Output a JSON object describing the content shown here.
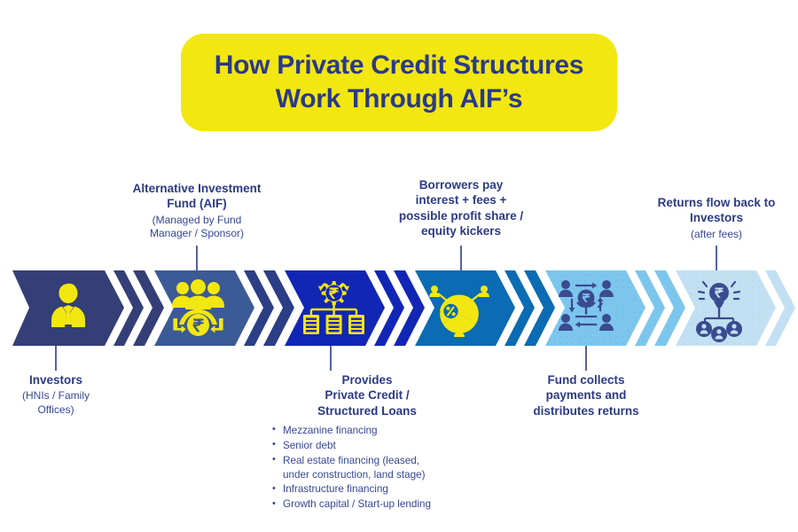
{
  "title": {
    "line1": "How Private Credit Structures",
    "line2": "Work Through AIF’s",
    "bg_color": "#F2E711",
    "text_color": "#2B3A87"
  },
  "colors": {
    "segment_1": "#343F77",
    "segment_2": "#3C5A96",
    "segment_3": "#1226B5",
    "segment_4": "#0B6BB3",
    "segment_5": "#7CC6EE",
    "segment_6": "#C2E0F2",
    "icon_yellow": "#F2E711",
    "icon_navy": "#3A4B8F",
    "label_navy": "#2B3A87",
    "connector": "#2B3A87"
  },
  "stages": [
    {
      "id": "investors",
      "label_position": "below",
      "main": "Investors",
      "sub": "(HNIs / Family\nOffices)",
      "icon": "businessperson-icon",
      "fill": "#343F77"
    },
    {
      "id": "alternative-investment-fund",
      "label_position": "above",
      "main": "Alternative Investment\nFund (AIF)",
      "sub": "(Managed by Fund\nManager / Sponsor)",
      "icon": "investor-group-rupee-icon",
      "fill": "#3C5A96"
    },
    {
      "id": "provides-private-credit",
      "label_position": "below",
      "main": "Provides\nPrivate Credit /\nStructured Loans",
      "sub": "",
      "bullets": [
        "Mezzanine financing",
        "Senior debt",
        "Real estate financing (leased, under construction, land stage)",
        "Infrastructure financing",
        "Growth capital / Start-up lending"
      ],
      "icon": "rupee-gear-distribution-icon",
      "fill": "#1226B5"
    },
    {
      "id": "borrowers-pay",
      "label_position": "above",
      "main": "Borrowers pay\ninterest + fees +\npossible profit share /\nequity kickers",
      "sub": "",
      "icon": "pie-percent-stakeholders-icon",
      "fill": "#0B6BB3"
    },
    {
      "id": "fund-collects",
      "label_position": "below",
      "main": "Fund collects\npayments and\ndistributes returns",
      "sub": "",
      "icon": "rupee-growth-network-icon",
      "fill": "#7CC6EE"
    },
    {
      "id": "returns-flow-back",
      "label_position": "above",
      "main": "Returns flow back to\nInvestors",
      "sub": "(after fees)",
      "icon": "rupee-payout-to-investors-icon",
      "fill": "#C2E0F2"
    }
  ],
  "bullet_lines": {
    "b0": "Mezzanine financing",
    "b1": "Senior debt",
    "b2a": "Real estate financing (leased,",
    "b2b": "under construction, land stage)",
    "b3": "Infrastructure financing",
    "b4": "Growth capital / Start-up lending"
  },
  "label_lines": {
    "s1_main": "Investors",
    "s1_sub_a": "(HNIs / Family",
    "s1_sub_b": "Offices)",
    "s2_main_a": "Alternative Investment",
    "s2_main_b": "Fund (AIF)",
    "s2_sub_a": "(Managed by Fund",
    "s2_sub_b": "Manager / Sponsor)",
    "s3_main_a": "Provides",
    "s3_main_b": "Private Credit /",
    "s3_main_c": "Structured Loans",
    "s4_main_a": "Borrowers pay",
    "s4_main_b": "interest + fees +",
    "s4_main_c": "possible profit share /",
    "s4_main_d": "equity kickers",
    "s5_main_a": "Fund collects",
    "s5_main_b": "payments and",
    "s5_main_c": "distributes returns",
    "s6_main_a": "Returns flow back to",
    "s6_main_b": "Investors",
    "s6_sub": "(after fees)"
  }
}
